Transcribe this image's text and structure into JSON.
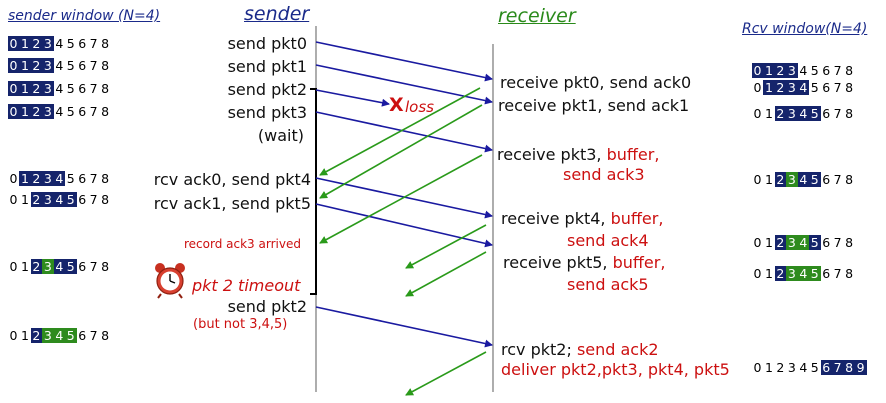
{
  "headers": {
    "sender_window": "sender window (N=4)",
    "sender": "sender",
    "receiver": "receiver",
    "rcv_window": "Rcv window(N=4)"
  },
  "sender_events": [
    "send  pkt0",
    "send  pkt1",
    "send  pkt2",
    "send  pkt3",
    "(wait)",
    "rcv ack0, send pkt4",
    "rcv ack1, send pkt5",
    "send  pkt2"
  ],
  "sender_notes": {
    "record_ack3": "record ack3 arrived",
    "timeout": "pkt 2 timeout",
    "not_345": "(but not 3,4,5)",
    "loss": "loss",
    "loss_mark": "X"
  },
  "receiver_events": {
    "r1": "receive pkt0, send ack0",
    "r2": "receive pkt1, send ack1",
    "r3a": "receive pkt3, ",
    "r3b": "buffer,",
    "r3c": "send ack3",
    "r4a": "receive pkt4, ",
    "r4b": "buffer,",
    "r4c": "send ack4",
    "r5a": "receive pkt5, ",
    "r5b": "buffer,",
    "r5c": "send ack5",
    "r6a": "rcv pkt2; ",
    "r6b": "send ack2",
    "r6c": "deliver pkt2,pkt3, pkt4, pkt5"
  },
  "sender_windows": [
    [
      [
        "0",
        "n"
      ],
      [
        "1",
        "n"
      ],
      [
        "2",
        "n"
      ],
      [
        "3",
        "n"
      ],
      [
        "4",
        ""
      ],
      [
        "5",
        ""
      ],
      [
        "6",
        ""
      ],
      [
        "7",
        ""
      ],
      [
        "8",
        ""
      ]
    ],
    [
      [
        "0",
        "n"
      ],
      [
        "1",
        "n"
      ],
      [
        "2",
        "n"
      ],
      [
        "3",
        "n"
      ],
      [
        "4",
        ""
      ],
      [
        "5",
        ""
      ],
      [
        "6",
        ""
      ],
      [
        "7",
        ""
      ],
      [
        "8",
        ""
      ]
    ],
    [
      [
        "0",
        "n"
      ],
      [
        "1",
        "n"
      ],
      [
        "2",
        "n"
      ],
      [
        "3",
        "n"
      ],
      [
        "4",
        ""
      ],
      [
        "5",
        ""
      ],
      [
        "6",
        ""
      ],
      [
        "7",
        ""
      ],
      [
        "8",
        ""
      ]
    ],
    [
      [
        "0",
        "n"
      ],
      [
        "1",
        "n"
      ],
      [
        "2",
        "n"
      ],
      [
        "3",
        "n"
      ],
      [
        "4",
        ""
      ],
      [
        "5",
        ""
      ],
      [
        "6",
        ""
      ],
      [
        "7",
        ""
      ],
      [
        "8",
        ""
      ]
    ],
    [
      [
        "0",
        ""
      ],
      [
        "1",
        "n"
      ],
      [
        "2",
        "n"
      ],
      [
        "3",
        "n"
      ],
      [
        "4",
        "n"
      ],
      [
        "5",
        ""
      ],
      [
        "6",
        ""
      ],
      [
        "7",
        ""
      ],
      [
        "8",
        ""
      ]
    ],
    [
      [
        "0",
        ""
      ],
      [
        "1",
        ""
      ],
      [
        "2",
        "n"
      ],
      [
        "3",
        "n"
      ],
      [
        "4",
        "n"
      ],
      [
        "5",
        "n"
      ],
      [
        "6",
        ""
      ],
      [
        "7",
        ""
      ],
      [
        "8",
        ""
      ]
    ],
    [
      [
        "0",
        ""
      ],
      [
        "1",
        ""
      ],
      [
        "2",
        "n"
      ],
      [
        "3",
        "g"
      ],
      [
        "4",
        "n"
      ],
      [
        "5",
        "n"
      ],
      [
        "6",
        ""
      ],
      [
        "7",
        ""
      ],
      [
        "8",
        ""
      ]
    ],
    [
      [
        "0",
        ""
      ],
      [
        "1",
        ""
      ],
      [
        "2",
        "n"
      ],
      [
        "3",
        "g"
      ],
      [
        "4",
        "g"
      ],
      [
        "5",
        "g"
      ],
      [
        "6",
        ""
      ],
      [
        "7",
        ""
      ],
      [
        "8",
        ""
      ]
    ]
  ],
  "rcv_windows": [
    [
      [
        "0",
        "n"
      ],
      [
        "1",
        "n"
      ],
      [
        "2",
        "n"
      ],
      [
        "3",
        "n"
      ],
      [
        "4",
        ""
      ],
      [
        "5",
        ""
      ],
      [
        "6",
        ""
      ],
      [
        "7",
        ""
      ],
      [
        "8",
        ""
      ]
    ],
    [
      [
        "0",
        ""
      ],
      [
        "1",
        "n"
      ],
      [
        "2",
        "n"
      ],
      [
        "3",
        "n"
      ],
      [
        "4",
        "n"
      ],
      [
        "5",
        ""
      ],
      [
        "6",
        ""
      ],
      [
        "7",
        ""
      ],
      [
        "8",
        ""
      ]
    ],
    [
      [
        "0",
        ""
      ],
      [
        "1",
        ""
      ],
      [
        "2",
        "n"
      ],
      [
        "3",
        "n"
      ],
      [
        "4",
        "n"
      ],
      [
        "5",
        "n"
      ],
      [
        "6",
        ""
      ],
      [
        "7",
        ""
      ],
      [
        "8",
        ""
      ]
    ],
    [
      [
        "0",
        ""
      ],
      [
        "1",
        ""
      ],
      [
        "2",
        "n"
      ],
      [
        "3",
        "g"
      ],
      [
        "4",
        "n"
      ],
      [
        "5",
        "n"
      ],
      [
        "6",
        ""
      ],
      [
        "7",
        ""
      ],
      [
        "8",
        ""
      ]
    ],
    [
      [
        "0",
        ""
      ],
      [
        "1",
        ""
      ],
      [
        "2",
        "n"
      ],
      [
        "3",
        "g"
      ],
      [
        "4",
        "g"
      ],
      [
        "5",
        "n"
      ],
      [
        "6",
        ""
      ],
      [
        "7",
        ""
      ],
      [
        "8",
        ""
      ]
    ],
    [
      [
        "0",
        ""
      ],
      [
        "1",
        ""
      ],
      [
        "2",
        "n"
      ],
      [
        "3",
        "g"
      ],
      [
        "4",
        "g"
      ],
      [
        "5",
        "g"
      ],
      [
        "6",
        ""
      ],
      [
        "7",
        ""
      ],
      [
        "8",
        ""
      ]
    ],
    [
      [
        "0",
        ""
      ],
      [
        "1",
        ""
      ],
      [
        "2",
        ""
      ],
      [
        "3",
        ""
      ],
      [
        "4",
        ""
      ],
      [
        "5",
        ""
      ],
      [
        "6",
        "n"
      ],
      [
        "7",
        "n"
      ],
      [
        "8",
        "n"
      ],
      [
        "9",
        "n"
      ]
    ]
  ],
  "colors": {
    "blue_arrow": "#1a1aa0",
    "green_arrow": "#2a9a1a",
    "window_blue": "#15246b",
    "window_green": "#2e8b1e",
    "red_text": "#cc1010"
  }
}
